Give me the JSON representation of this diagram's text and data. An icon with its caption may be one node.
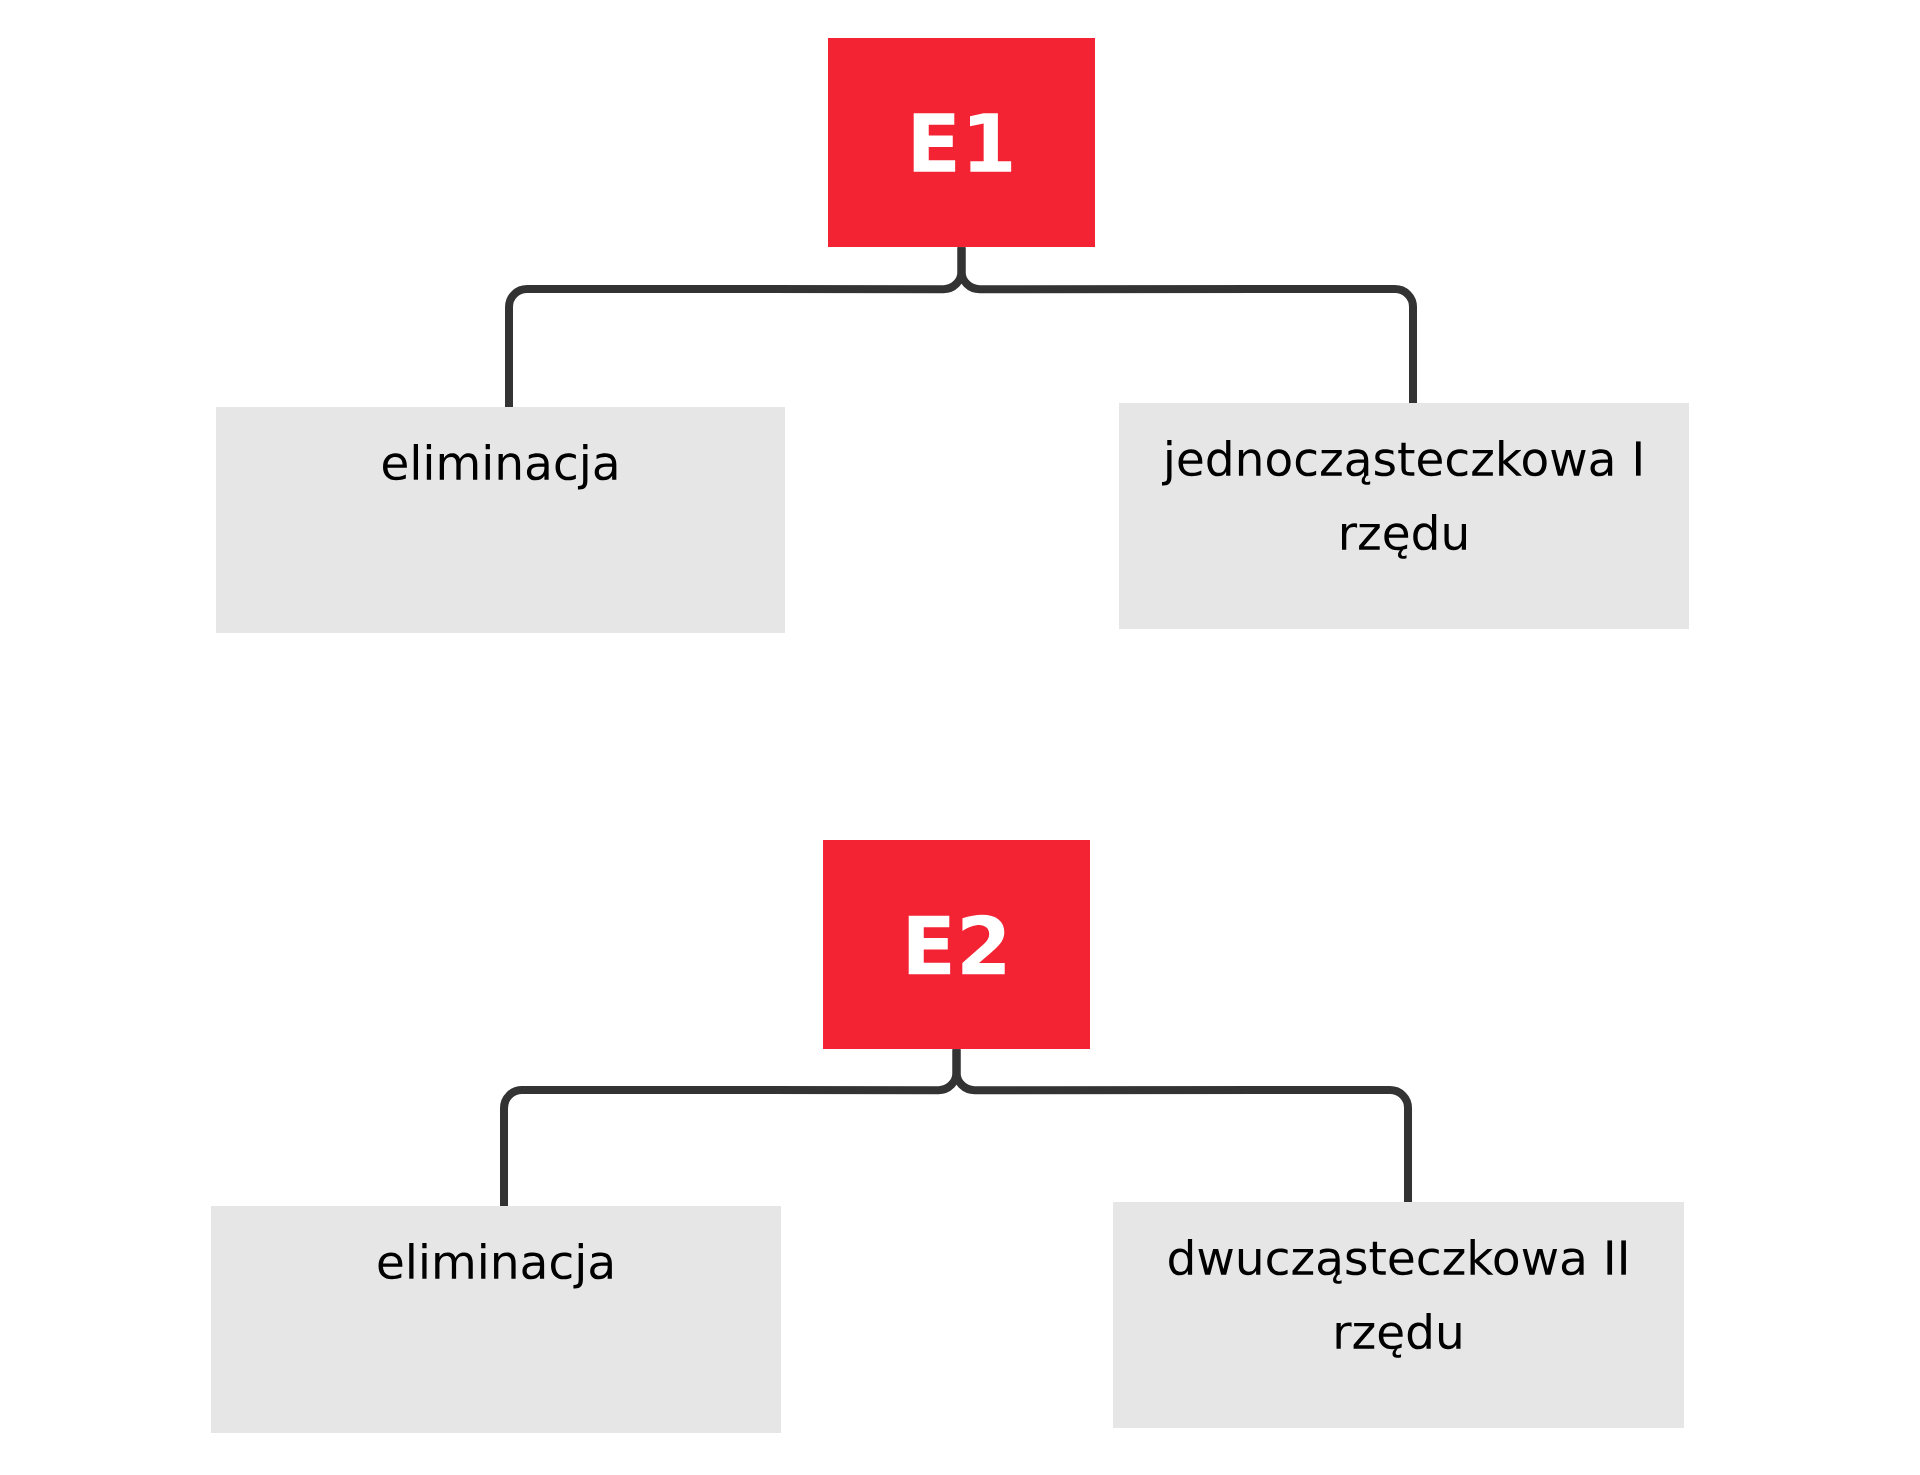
{
  "diagram": {
    "nodes": [
      {
        "text": [
          "E1"
        ]
      },
      {
        "text": [
          "eliminacja"
        ]
      },
      {
        "text": [
          "jednocząsteczkowa I rzędu"
        ]
      },
      {
        "text": [
          "E2"
        ]
      },
      {
        "text": [
          "eliminacja"
        ]
      },
      {
        "text": [
          "dwucząsteczkowa II rzędu"
        ]
      }
    ],
    "edges": [
      {
        "from": 0,
        "to": 1,
        "arrow": "none"
      },
      {
        "from": 0,
        "to": 2,
        "arrow": "none"
      },
      {
        "from": 3,
        "to": 4,
        "arrow": "none"
      },
      {
        "from": 3,
        "to": 5,
        "arrow": "none"
      }
    ]
  }
}
